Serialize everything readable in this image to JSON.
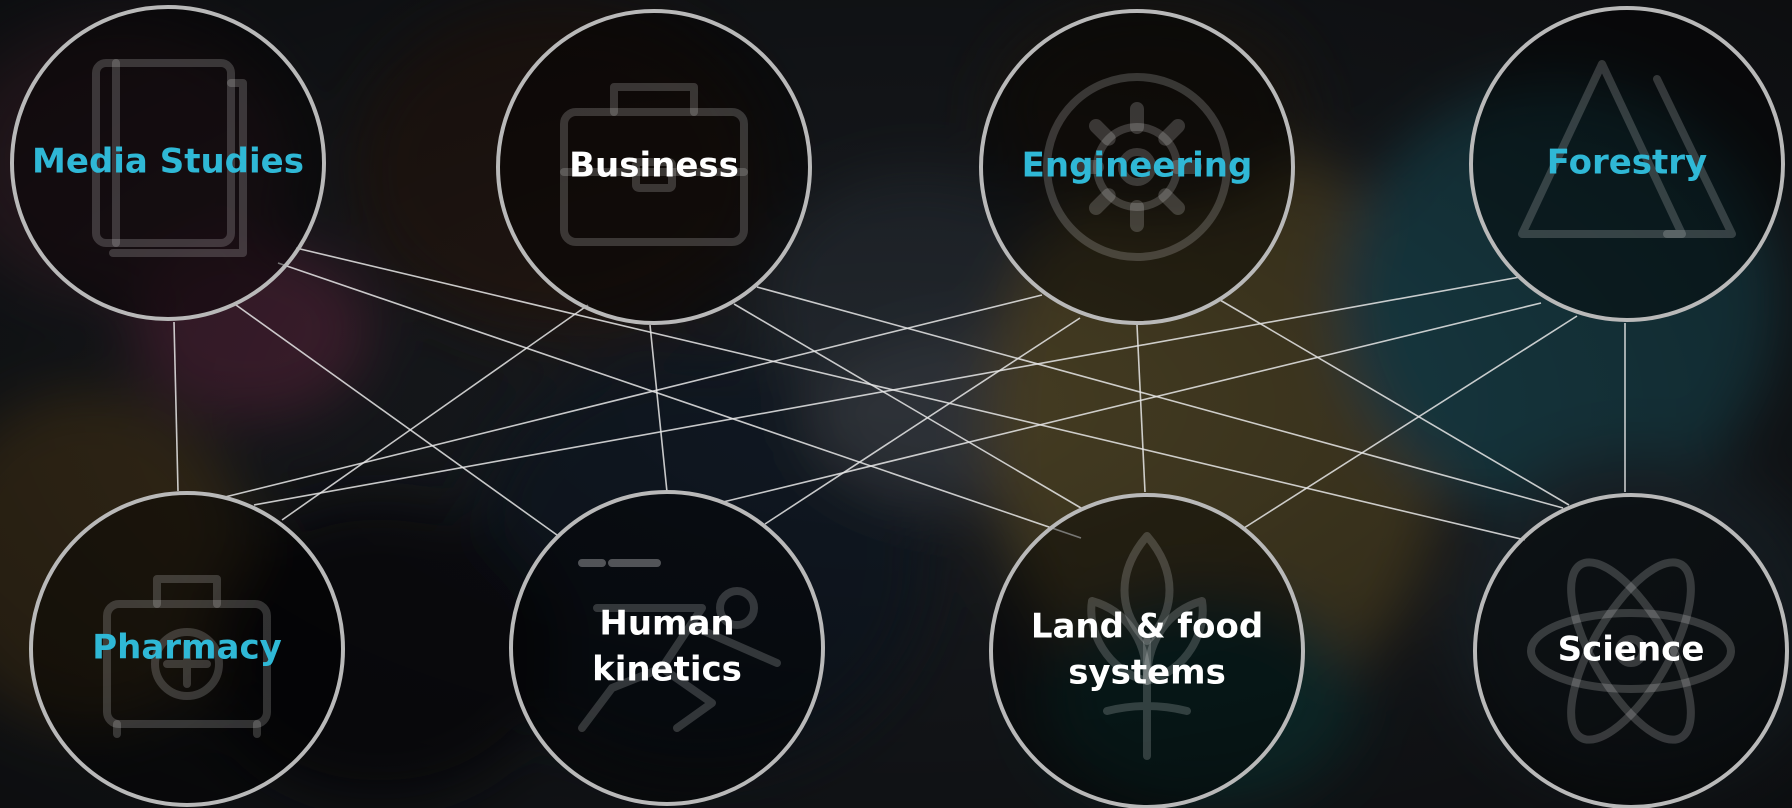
{
  "colors": {
    "accent": "#2fb8d6",
    "text_light": "#ffffff",
    "circle_stroke": "#b9b9b9",
    "edge": "#e8e8e8"
  },
  "nodes": [
    {
      "id": "media",
      "lines": [
        "Media Studies"
      ],
      "color": "accent",
      "icon": "book-icon"
    },
    {
      "id": "business",
      "lines": [
        "Business"
      ],
      "color": "text_light",
      "icon": "briefcase-icon"
    },
    {
      "id": "engineering",
      "lines": [
        "Engineering"
      ],
      "color": "accent",
      "icon": "gear-icon"
    },
    {
      "id": "forestry",
      "lines": [
        "Forestry"
      ],
      "color": "accent",
      "icon": "trees-icon"
    },
    {
      "id": "pharmacy",
      "lines": [
        "Pharmacy"
      ],
      "color": "accent",
      "icon": "medicine-box-icon"
    },
    {
      "id": "kinetics",
      "lines": [
        "Human",
        "kinetics"
      ],
      "color": "text_light",
      "icon": "runner-icon"
    },
    {
      "id": "landfood",
      "lines": [
        "Land & food",
        "systems"
      ],
      "color": "text_light",
      "icon": "plant-icon"
    },
    {
      "id": "science",
      "lines": [
        "Science"
      ],
      "color": "text_light",
      "icon": "atom-icon"
    }
  ],
  "edges": [
    [
      "media",
      "pharmacy"
    ],
    [
      "media",
      "kinetics"
    ],
    [
      "media",
      "landfood"
    ],
    [
      "media",
      "science"
    ],
    [
      "business",
      "pharmacy"
    ],
    [
      "business",
      "kinetics"
    ],
    [
      "business",
      "landfood"
    ],
    [
      "business",
      "science"
    ],
    [
      "engineering",
      "pharmacy"
    ],
    [
      "engineering",
      "kinetics"
    ],
    [
      "engineering",
      "landfood"
    ],
    [
      "engineering",
      "science"
    ],
    [
      "forestry",
      "pharmacy"
    ],
    [
      "forestry",
      "kinetics"
    ],
    [
      "forestry",
      "landfood"
    ],
    [
      "forestry",
      "science"
    ]
  ]
}
